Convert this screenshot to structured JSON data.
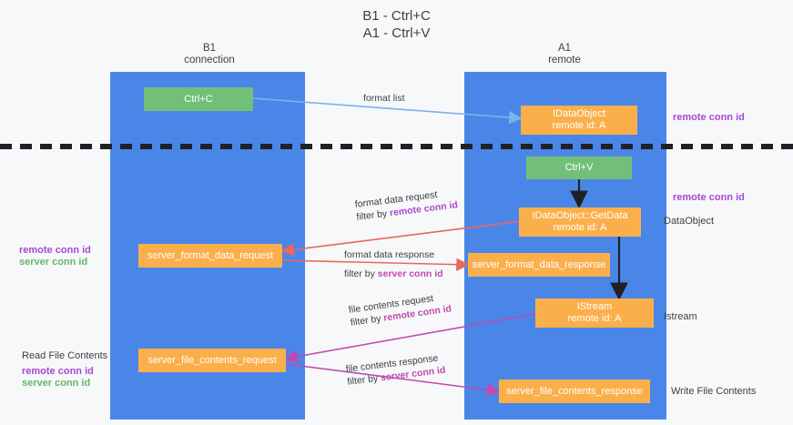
{
  "title": "B1 - Ctrl+C\nA1 - Ctrl+V",
  "columns": {
    "left": {
      "name": "B1",
      "role": "connection",
      "label": "B1\nconnection"
    },
    "right": {
      "name": "A1",
      "role": "remote",
      "label": "A1\nremote"
    }
  },
  "colors": {
    "lane": "#4a86e8",
    "box_orange": "#fbaf4b",
    "box_green": "#72c078",
    "remote_conn_id": "#a64ad0",
    "server_conn_id": "#64b768",
    "text": "#3c4043",
    "arrow_blue": "#7cb3e8",
    "arrow_red": "#e8685a",
    "arrow_magenta": "#c04ab0",
    "arrow_dark": "#202124",
    "divider": "#202124",
    "background": "#f7f8fa"
  },
  "nodes": {
    "ctrl_c": {
      "label": "Ctrl+C",
      "color": "green"
    },
    "idataobject": {
      "line1": "IDataObject",
      "line2": "remote id: A",
      "color": "orange"
    },
    "ctrl_v": {
      "label": "Ctrl+V",
      "color": "green"
    },
    "getdata": {
      "line1": "IDataObject::GetData",
      "line2": "remote id: A",
      "color": "orange"
    },
    "server_format_data_request": {
      "label": "server_format_data_request",
      "color": "orange"
    },
    "server_format_data_response": {
      "label": "server_format_data_response",
      "color": "orange"
    },
    "istream": {
      "line1": "IStream",
      "line2": "remote id: A",
      "color": "orange"
    },
    "server_file_contents_request": {
      "label": "server_file_contents_request",
      "color": "orange"
    },
    "server_file_contents_response": {
      "label": "server_file_contents_response",
      "color": "orange"
    }
  },
  "edge_labels": {
    "format_list": {
      "text": "format list"
    },
    "format_data_request": {
      "line1": "format data request",
      "line2_prefix": "filter by ",
      "line2_highlight": "remote conn id"
    },
    "format_data_response": {
      "line1": "format data response",
      "line2_prefix": "filter by ",
      "line2_highlight": "server conn id"
    },
    "file_contents_request": {
      "line1": "file contents request",
      "line2_prefix": "filter by ",
      "line2_highlight": "remote conn id"
    },
    "file_contents_response": {
      "line1": "file contents response",
      "line2_prefix": "filter by ",
      "line2_highlight": "server conn id"
    }
  },
  "side_labels": {
    "right_top_remote_conn_id": "remote conn id",
    "right_mid_remote_conn_id": "remote conn id",
    "right_dataobject": "DataObject",
    "right_istream": "Istream",
    "right_write_file_contents": "Write File Contents",
    "left_remote_conn_id": "remote conn id",
    "left_server_conn_id": "server conn id",
    "left_read_file_contents": "Read File Contents",
    "left_bottom_remote_conn_id": "remote conn id",
    "left_bottom_server_conn_id": "server conn id"
  }
}
